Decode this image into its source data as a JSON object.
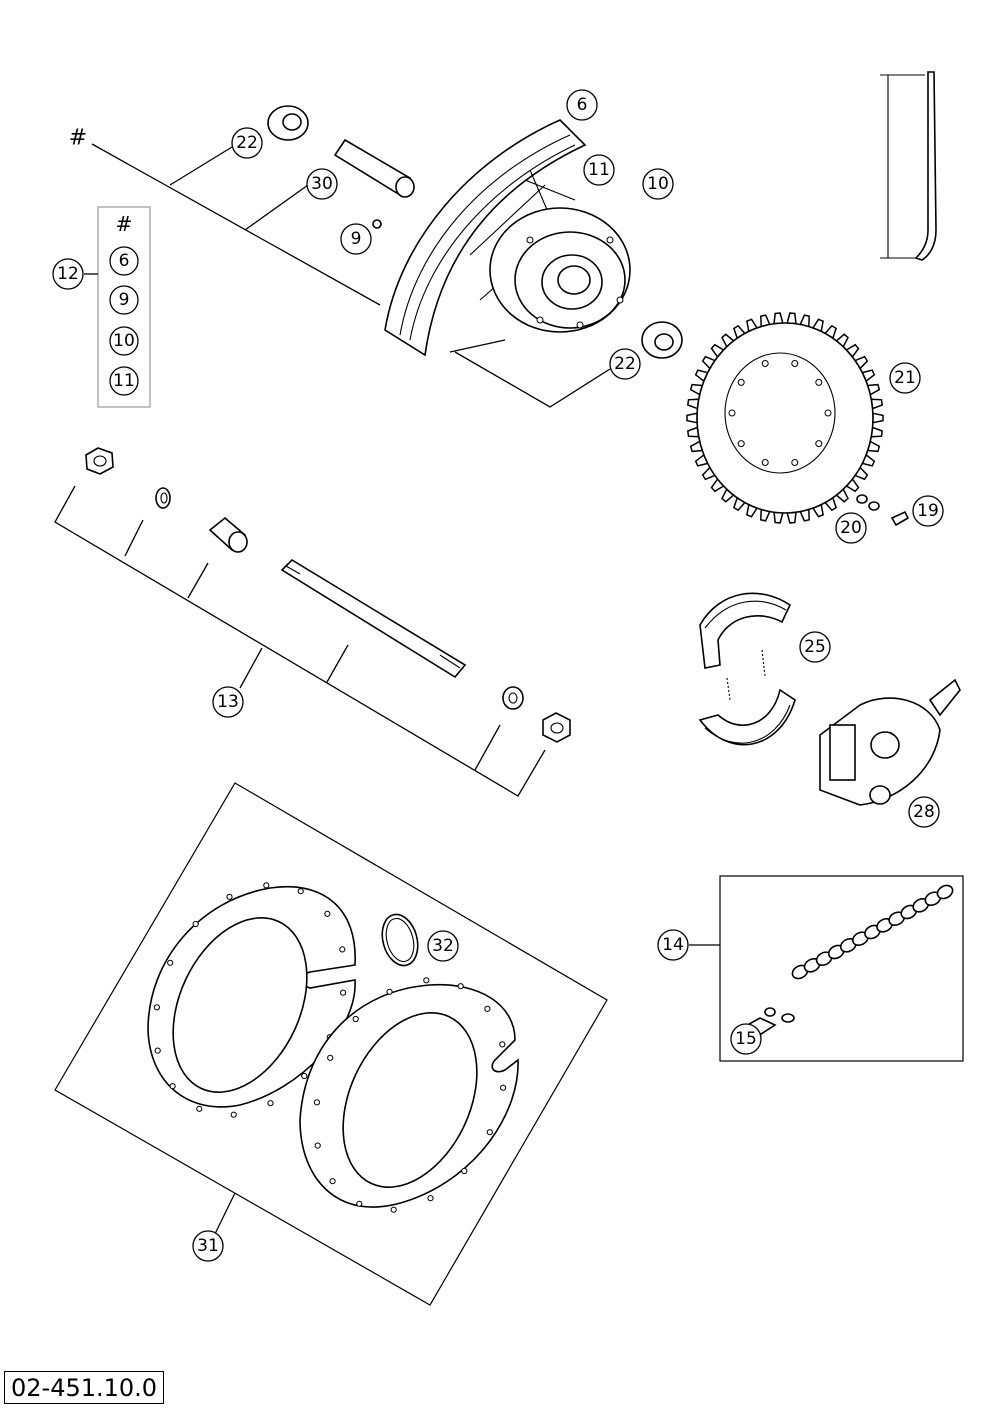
{
  "drawing_code": "02-451.10.0",
  "hash_symbol": "#",
  "callouts": {
    "c6": "6",
    "c9": "9",
    "c10": "10",
    "c11": "11",
    "c12": "12",
    "c13": "13",
    "c14": "14",
    "c15": "15",
    "c19": "19",
    "c20": "20",
    "c21": "21",
    "c22a": "22",
    "c22b": "22",
    "c25": "25",
    "c28": "28",
    "c30": "30",
    "c31": "31",
    "c32": "32"
  },
  "kit_12_contents": [
    "#",
    "6",
    "9",
    "10",
    "11"
  ]
}
